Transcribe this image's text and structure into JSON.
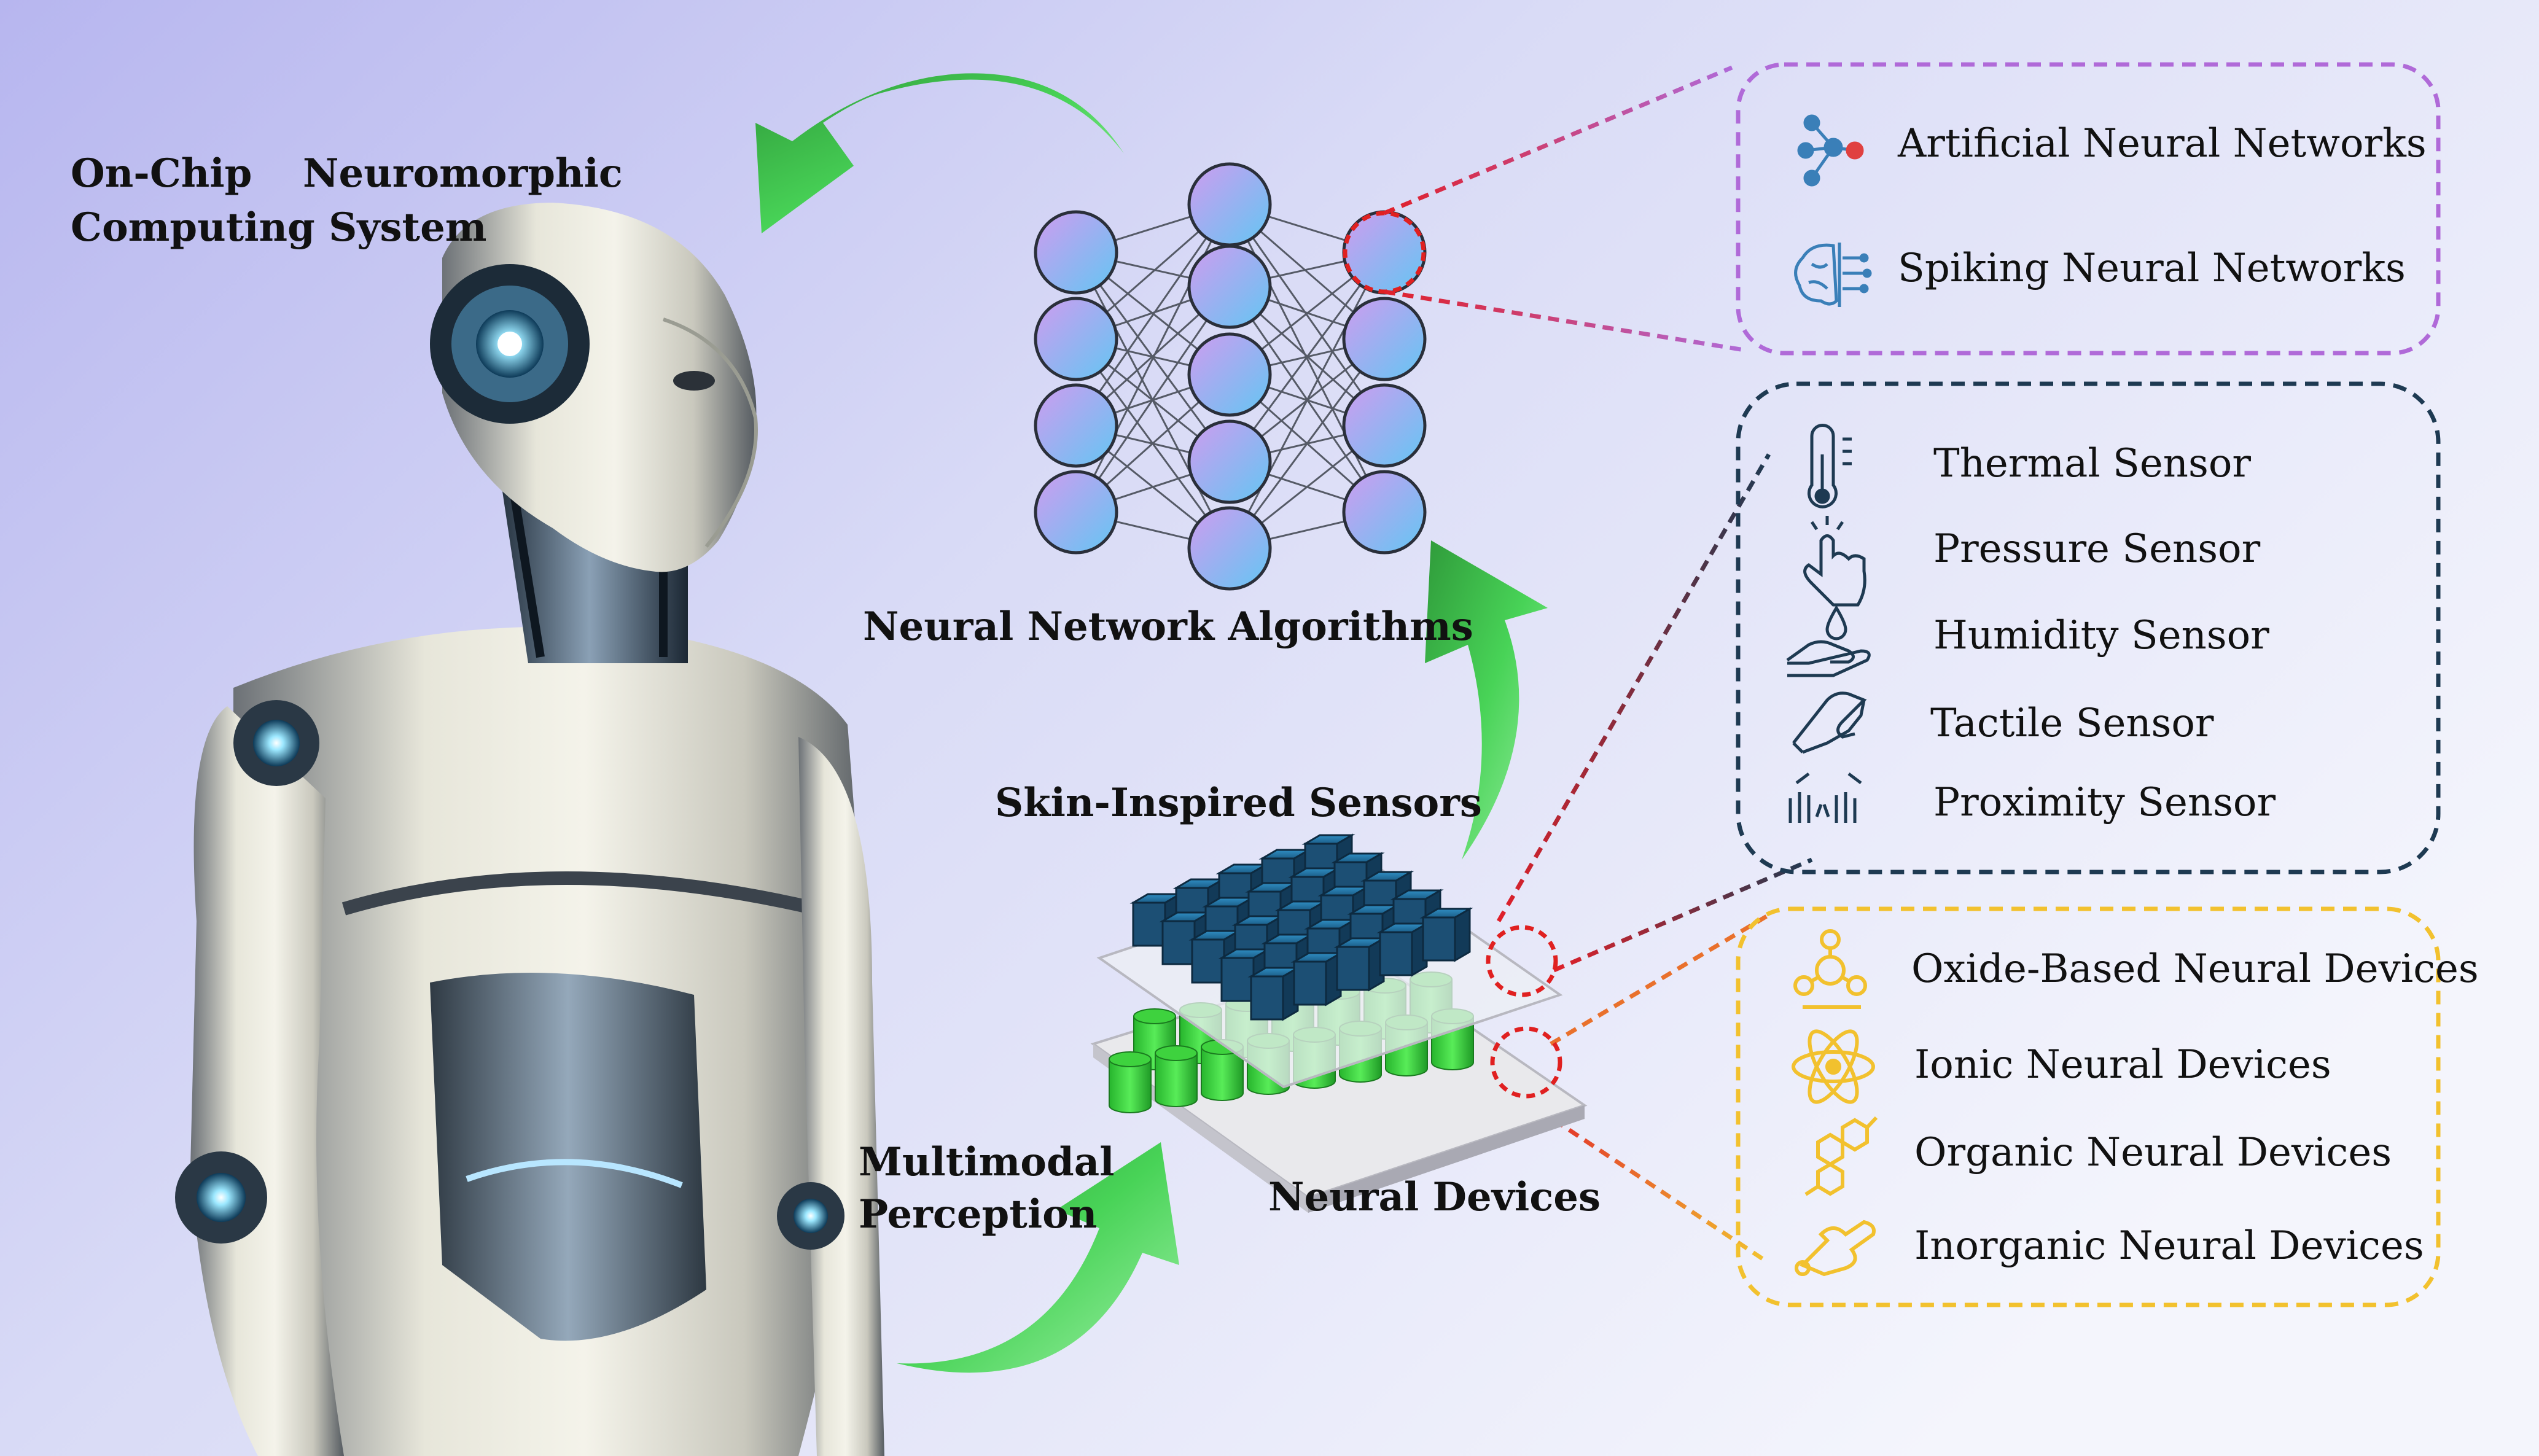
{
  "title_robot": [
    "On-Chip",
    "Neuromorphic",
    "Computing System"
  ],
  "algorithms_label": "Neural Network Algorithms",
  "sensors_label": "Skin-Inspired Sensors",
  "devices_label": "Neural Devices",
  "perception_label": [
    "Multimodal",
    "Perception"
  ],
  "networks_box": {
    "items": [
      {
        "icon": "neural-network-icon",
        "text": "Artificial Neural Networks"
      },
      {
        "icon": "brain-chip-icon",
        "text": "Spiking Neural Networks"
      }
    ],
    "color": "#b06ad8"
  },
  "sensors_box": {
    "items": [
      {
        "icon": "thermometer-icon",
        "text": "Thermal Sensor"
      },
      {
        "icon": "finger-press-icon",
        "text": "Pressure Sensor"
      },
      {
        "icon": "hand-droplet-icon",
        "text": "Humidity Sensor"
      },
      {
        "icon": "handshake-icon",
        "text": "Tactile Sensor"
      },
      {
        "icon": "hands-proximity-icon",
        "text": "Proximity Sensor"
      }
    ],
    "color": "#1e3a52"
  },
  "devices_box": {
    "items": [
      {
        "icon": "oxide-molecule-icon",
        "text": "Oxide-Based Neural Devices"
      },
      {
        "icon": "atom-icon",
        "text": "Ionic Neural Devices"
      },
      {
        "icon": "hexagon-molecule-icon",
        "text": "Organic Neural Devices"
      },
      {
        "icon": "inorganic-structure-icon",
        "text": "Inorganic  Neural Devices"
      }
    ],
    "color": "#f2c12e"
  },
  "colors": {
    "arrow_green": "#3fcf55",
    "node_purple": "#c89df0",
    "node_blue": "#6fc2f2",
    "sensor_cube": "#1c4f74",
    "device_cylinder": "#3ed23e",
    "highlight_red": "#e02020"
  }
}
